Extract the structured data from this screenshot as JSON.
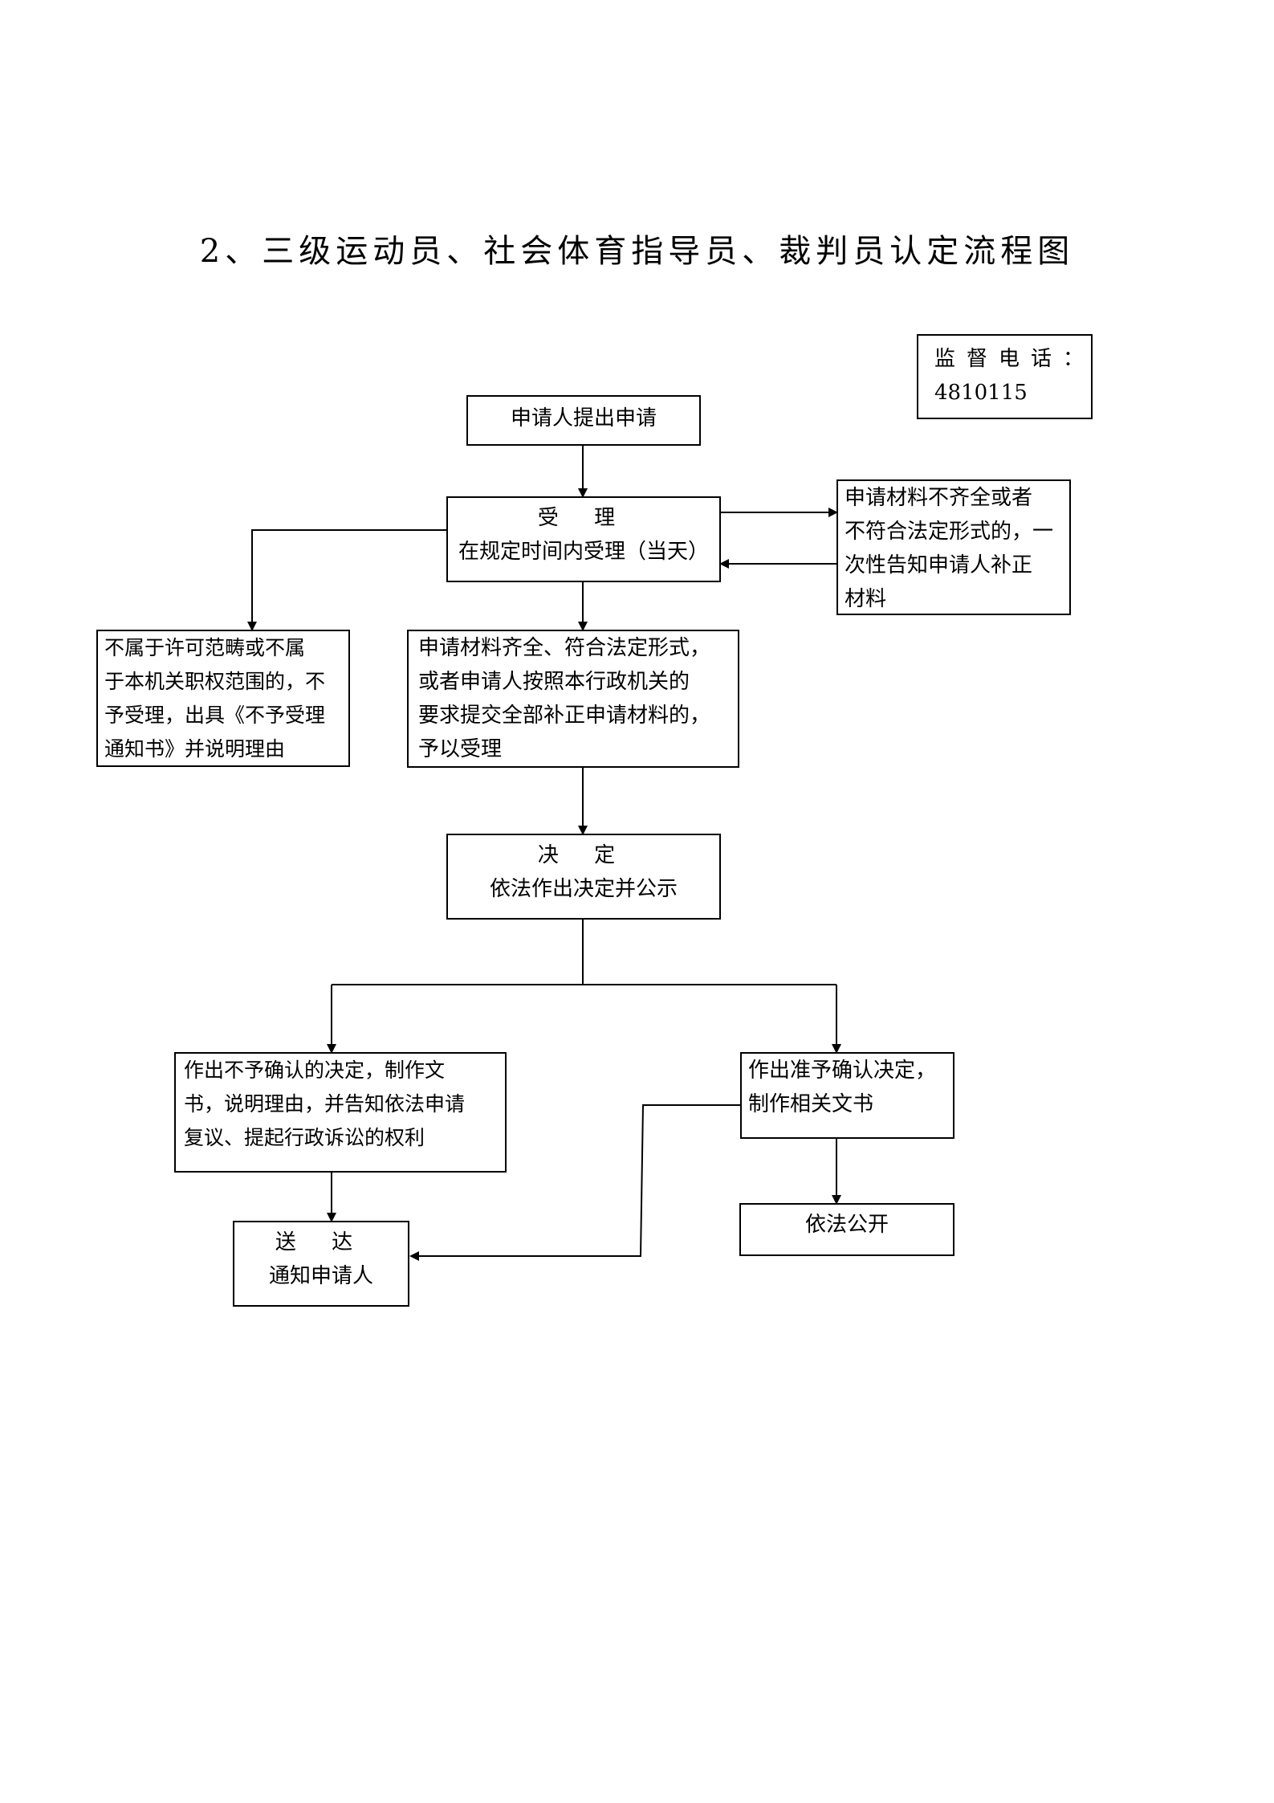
{
  "title": "2、三级运动员、社会体育指导员、裁判员认定流程图",
  "hotline": {
    "label": "监督电话：",
    "number": "4810115"
  },
  "nodes": {
    "apply": {
      "lines": [
        "申请人提出申请"
      ]
    },
    "accept": {
      "lines": [
        "受 理",
        "在规定时间内受理（当天）"
      ]
    },
    "incomplete": {
      "lines": [
        "申请材料不齐全或者",
        "不符合法定形式的，一",
        "次性告知申请人补正",
        "材料"
      ]
    },
    "reject": {
      "lines": [
        "不属于许可范畴或不属",
        "于本机关职权范围的，不",
        "予受理，出具《不予受理",
        "通知书》并说明理由"
      ]
    },
    "complete": {
      "lines": [
        "申请材料齐全、符合法定形式，",
        "或者申请人按照本行政机关的",
        "要求提交全部补正申请材料的，",
        "予以受理"
      ]
    },
    "decide": {
      "lines": [
        "决 定",
        "依法作出决定并公示"
      ]
    },
    "deny": {
      "lines": [
        "作出不予确认的决定，制作文",
        "书，说明理由，并告知依法申请",
        "复议、提起行政诉讼的权利"
      ]
    },
    "approve": {
      "lines": [
        "作出准予确认决定，",
        "制作相关文书"
      ]
    },
    "deliver": {
      "lines": [
        "送 达",
        "通知申请人"
      ]
    },
    "publish": {
      "lines": [
        "依法公开"
      ]
    }
  }
}
